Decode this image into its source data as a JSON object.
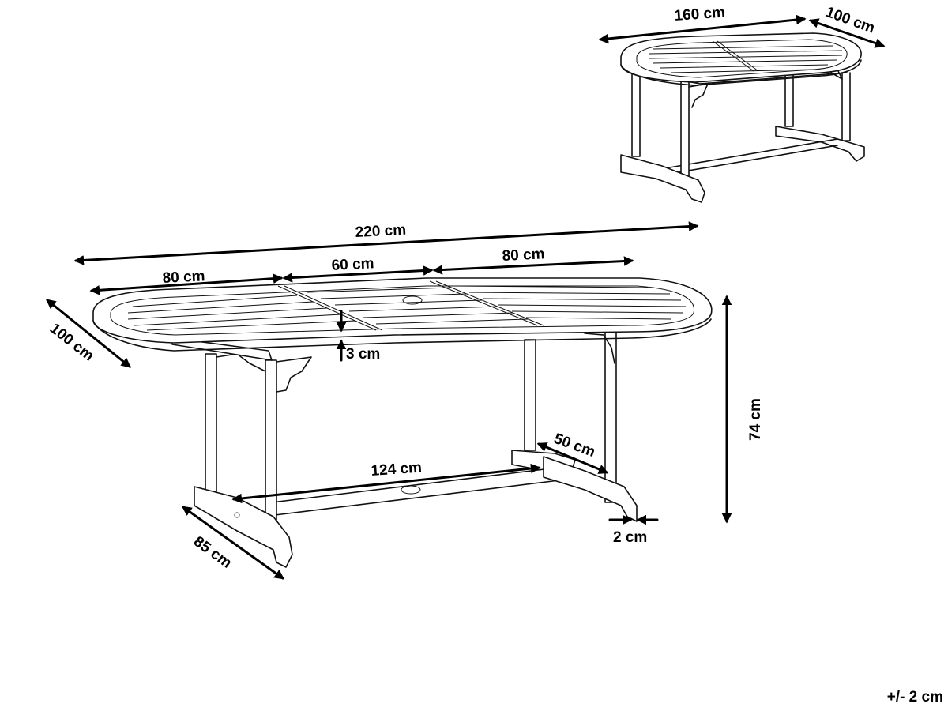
{
  "small_table": {
    "length_label": "160 cm",
    "width_label": "100 cm"
  },
  "large_table": {
    "length_label": "220 cm",
    "end_leaf_left_label": "80 cm",
    "middle_leaf_label": "60 cm",
    "end_leaf_right_label": "80 cm",
    "width_label": "100 cm",
    "top_thickness_label": "3 cm",
    "height_label": "74 cm",
    "stretcher_length_label": "124 cm",
    "foot_depth_label": "50 cm",
    "leg_thickness_label": "2 cm",
    "base_width_label": "85 cm"
  },
  "tolerance_label": "+/- 2 cm"
}
